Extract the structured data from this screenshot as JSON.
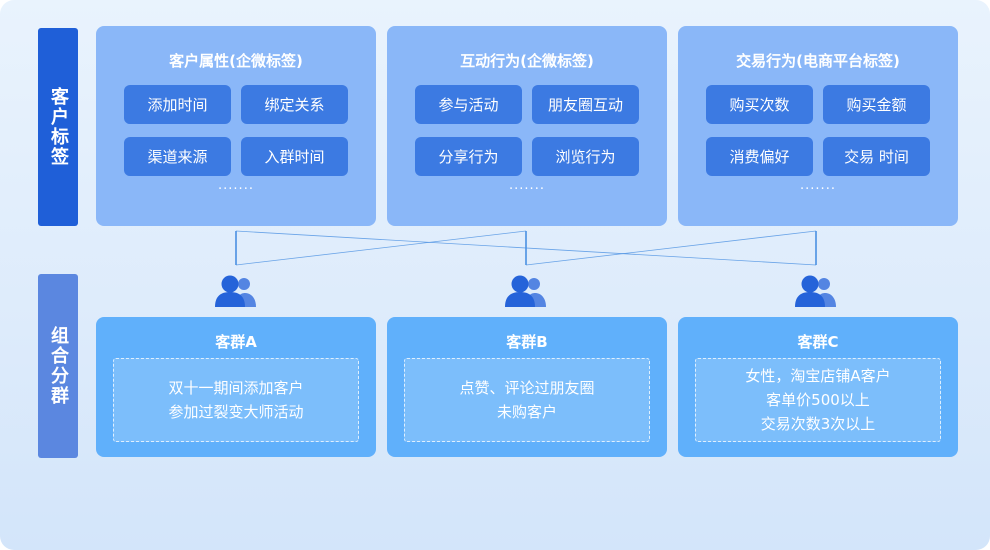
{
  "sidebar": {
    "top_label": "客户标签",
    "bottom_label": "组合分群"
  },
  "tag_cards": [
    {
      "title": "客户属性(企微标签)",
      "chips": [
        "添加时间",
        "绑定关系",
        "渠道来源",
        "入群时间"
      ],
      "more": "·······"
    },
    {
      "title": "互动行为(企微标签)",
      "chips": [
        "参与活动",
        "朋友圈互动",
        "分享行为",
        "浏览行为"
      ],
      "more": "·······"
    },
    {
      "title": "交易行为(电商平台标签)",
      "chips": [
        "购买次数",
        "购买金额",
        "消费偏好",
        "交易 时间"
      ],
      "more": "·······"
    }
  ],
  "group_cards": [
    {
      "title": "客群A",
      "lines": [
        "双十一期间添加客户",
        "参加过裂变大师活动"
      ]
    },
    {
      "title": "客群B",
      "lines": [
        "点赞、评论过朋友圈",
        "未购客户"
      ]
    },
    {
      "title": "客群C",
      "lines": [
        "女性，淘宝店铺A客户",
        "客单价500以上",
        "交易次数3次以上"
      ]
    }
  ],
  "icons": {
    "group": "user-group-icon"
  },
  "colors": {
    "sidebar_top": "#1f5fd8",
    "sidebar_bottom": "#5b87e0",
    "tag_card": "#8ab7f8",
    "chip": "#3c7ae2",
    "group_card": "#60b0fb",
    "connector": "#4a90e2",
    "icon": "#2563d9"
  }
}
